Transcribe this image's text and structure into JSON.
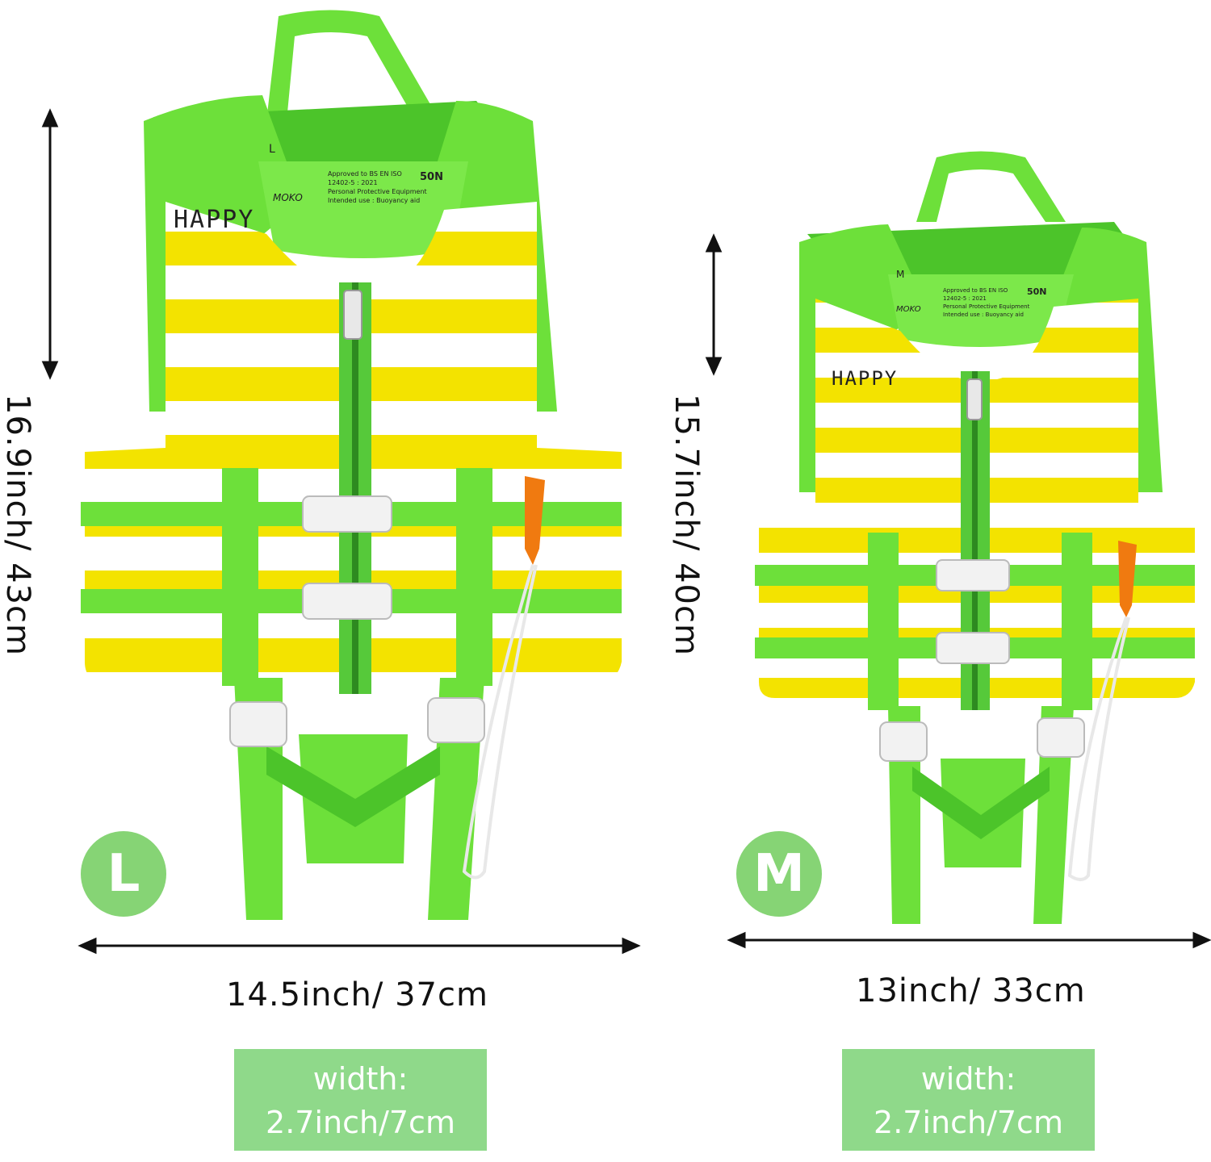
{
  "large_vest": {
    "height_label": "16.9inch/ 43cm",
    "width_label": "14.5inch/ 37cm",
    "size_badge": "L",
    "collar_size": "L",
    "strap_box": {
      "line1": "width:",
      "line2": "2.7inch/7cm"
    }
  },
  "medium_vest": {
    "height_label": "15.7inch/ 40cm",
    "width_label": "13inch/ 33cm",
    "size_badge": "M",
    "collar_size": "M",
    "strap_box": {
      "line1": "width:",
      "line2": "2.7inch/7cm"
    }
  },
  "label_tag": {
    "brand": "MOKO",
    "approval": "Approved to BS EN ISO",
    "standard": "12402-5 : 2021",
    "ppe": "Personal Protective Equipment",
    "intended": "Intended use : Buoyancy aid",
    "rating": "50N"
  },
  "print_text": "HAPPY",
  "colors": {
    "vest_green": "#6de03a",
    "dark_green": "#4cc42a",
    "yellow": "#f3e300",
    "white": "#ffffff",
    "badge_green": "#86d475",
    "box_green": "#8fd98a",
    "whistle_orange": "#f07a10"
  }
}
